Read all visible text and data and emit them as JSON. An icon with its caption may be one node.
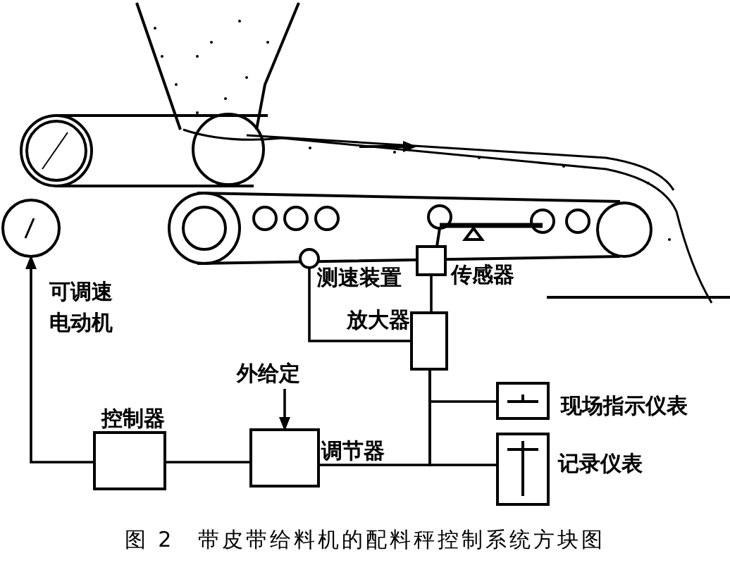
{
  "diagram": {
    "caption": "图 2　带皮带给料机的配料秤控制系统方块图",
    "nodes": [
      {
        "text": [
          "可调速电动机"
        ]
      },
      {
        "text": [
          "测速装置"
        ]
      },
      {
        "text": [
          "传感器"
        ]
      },
      {
        "text": [
          "放大器"
        ]
      },
      {
        "text": [
          "外给定"
        ]
      },
      {
        "text": [
          "控制器"
        ]
      },
      {
        "text": [
          "调节器"
        ]
      },
      {
        "text": [
          "现场指示仪表"
        ]
      },
      {
        "text": [
          "记录仪表"
        ]
      }
    ],
    "edges": [
      {
        "from": 1,
        "to": 3,
        "arrow": "none"
      },
      {
        "from": 2,
        "to": 3,
        "arrow": "none"
      },
      {
        "from": 3,
        "to": 6,
        "arrow": "none"
      },
      {
        "from": 3,
        "to": 7,
        "arrow": "none"
      },
      {
        "from": 3,
        "to": 8,
        "arrow": "none"
      },
      {
        "from": 4,
        "to": 6,
        "arrow": "to"
      },
      {
        "from": 6,
        "to": 5,
        "arrow": "none"
      },
      {
        "from": 5,
        "to": 0,
        "arrow": "to"
      }
    ]
  }
}
